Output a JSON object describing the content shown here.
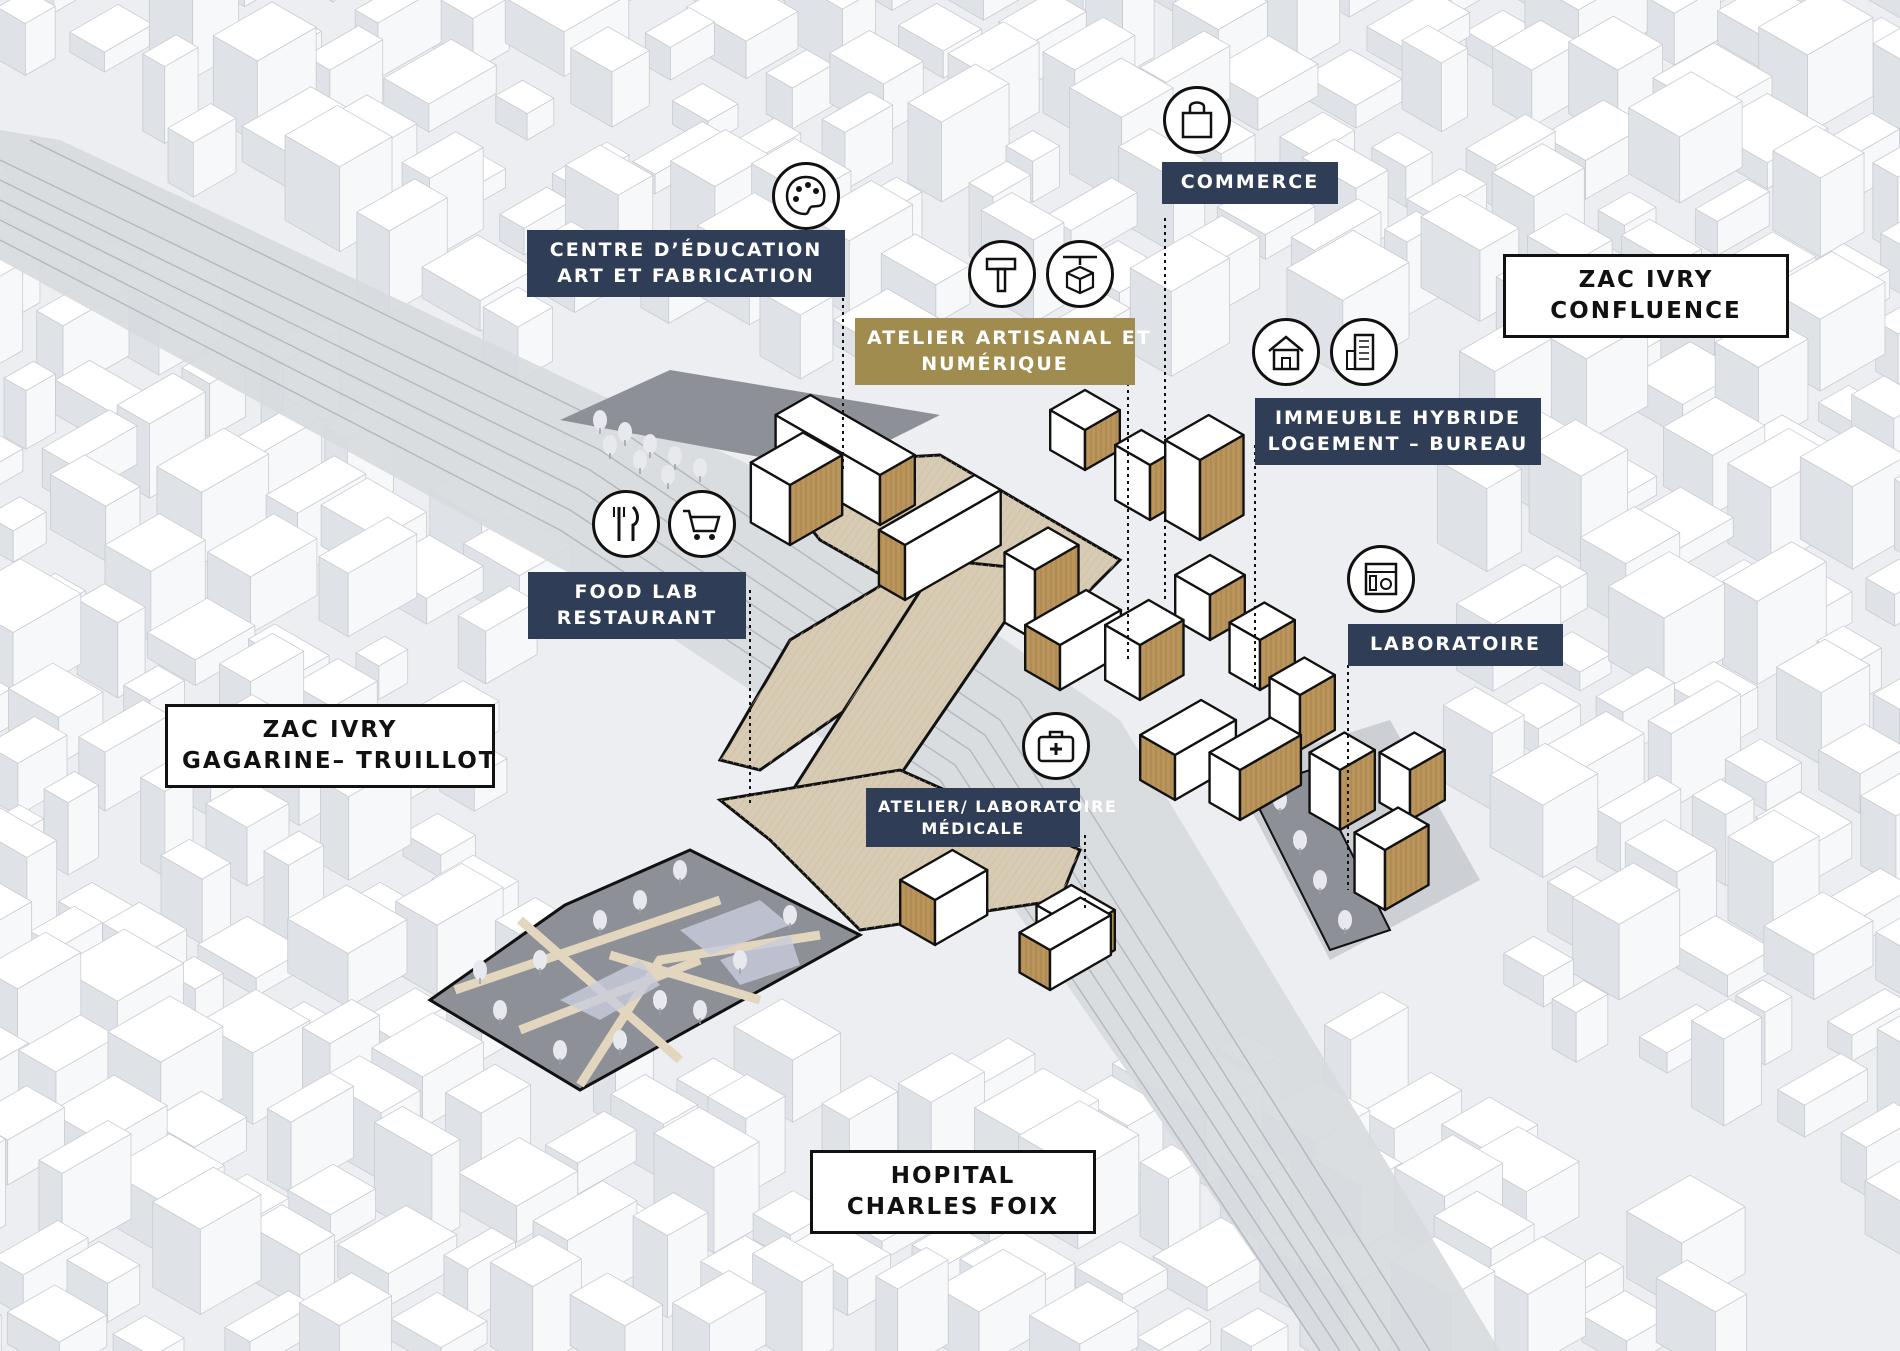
{
  "colors": {
    "navy": "#2f3d57",
    "gold": "#a08c4e",
    "wood": "#b9955c",
    "deck": "#d8cbb3",
    "building": "#ffffff",
    "ground": "#eceef1"
  },
  "labels": {
    "centre_education": [
      "CENTRE D’ÉDUCATION",
      "ART ET FABRICATION"
    ],
    "commerce": [
      "COMMERCE"
    ],
    "atelier_artisanal": [
      "ATELIER ARTISANAL ET",
      "NUMÉRIQUE"
    ],
    "immeuble_hybride": [
      "IMMEUBLE HYBRIDE",
      "LOGEMENT – BUREAU"
    ],
    "food_lab": [
      "FOOD LAB",
      "RESTAURANT"
    ],
    "laboratoire": [
      "LABORATOIRE"
    ],
    "atelier_medicale": [
      "ATELIER/ LABORATOIRE",
      "MÉDICALE"
    ],
    "zac_confluence": [
      "ZAC IVRY",
      "CONFLUENCE"
    ],
    "zac_gagarine": [
      "ZAC IVRY",
      "GAGARINE– TRUILLOT"
    ],
    "hopital": [
      "HOPITAL",
      "CHARLES FOIX"
    ]
  },
  "icons": [
    "palette-icon",
    "shopping-bag-icon",
    "hammer-icon",
    "machine-box-icon",
    "house-icon",
    "office-tower-icon",
    "cutlery-icon",
    "shopping-cart-icon",
    "lab-equipment-icon",
    "medical-kit-icon"
  ]
}
